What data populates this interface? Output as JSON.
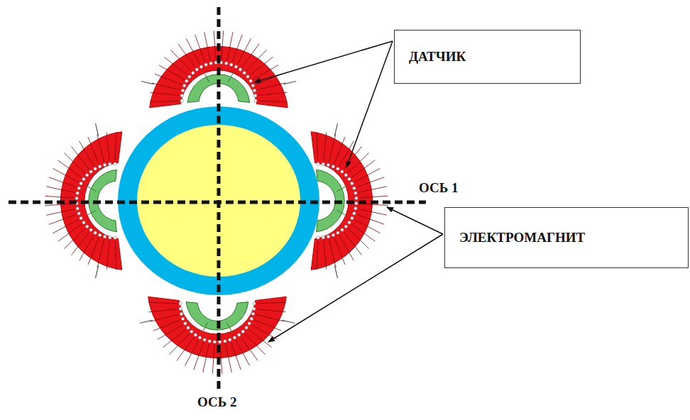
{
  "diagram": {
    "nodes": [
      {
        "text": [
          "ДАТЧИК"
        ]
      },
      {
        "text": [
          "ЭЛЕКТРОМАГНИТ"
        ]
      }
    ],
    "labels": [
      "ОСЬ 1",
      "ОСЬ 2"
    ]
  }
}
